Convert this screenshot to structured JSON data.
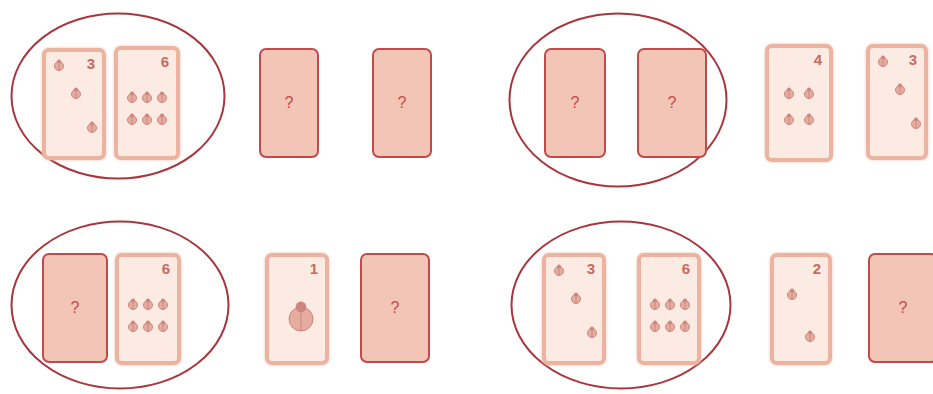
{
  "diagram": {
    "nodes": [
      {
        "text": []
      },
      {
        "text": [
          "3"
        ],
        "in": 0
      },
      {
        "text": [
          "6"
        ],
        "in": 0
      },
      {
        "text": [
          "?"
        ]
      },
      {
        "text": [
          "?"
        ]
      },
      {
        "text": []
      },
      {
        "text": [
          "?"
        ],
        "in": 5
      },
      {
        "text": [
          "?"
        ],
        "in": 5
      },
      {
        "text": [
          "4"
        ]
      },
      {
        "text": [
          "3"
        ]
      },
      {
        "text": []
      },
      {
        "text": [
          "?"
        ],
        "in": 10
      },
      {
        "text": [
          "6"
        ],
        "in": 10
      },
      {
        "text": [
          "1"
        ]
      },
      {
        "text": [
          "?"
        ]
      },
      {
        "text": []
      },
      {
        "text": [
          "3"
        ],
        "in": 15
      },
      {
        "text": [
          "6"
        ],
        "in": 15
      },
      {
        "text": [
          "2"
        ]
      },
      {
        "text": [
          "?"
        ]
      }
    ]
  }
}
